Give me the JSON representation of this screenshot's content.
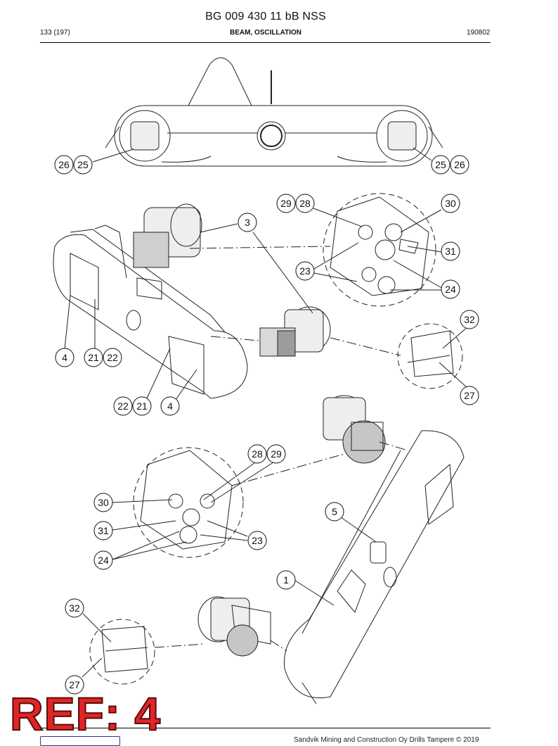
{
  "header": {
    "doc_code": "BG 009 430 11 bB NSS",
    "page": "133 (197)",
    "section_title": "BEAM, OSCILLATION",
    "date_code": "190802"
  },
  "stamp": {
    "text": "REF: 4"
  },
  "footer": {
    "copyright": "Sandvik Mining and Construction Oy Drills Tampere © 2019"
  },
  "callouts": {
    "top_left_a": "26",
    "top_left_b": "25",
    "top_right_a": "25",
    "top_right_b": "26",
    "d1_29": "29",
    "d1_28": "28",
    "d1_30": "30",
    "d1_31": "31",
    "d1_23": "23",
    "d1_24": "24",
    "d1_3": "3",
    "d1_32": "32",
    "d1_27": "27",
    "d1_4a": "4",
    "d1_21a": "21",
    "d1_22a": "22",
    "d1_22b": "22",
    "d1_21b": "21",
    "d1_4b": "4",
    "d2_28": "28",
    "d2_29": "29",
    "d2_30": "30",
    "d2_31": "31",
    "d2_23": "23",
    "d2_24": "24",
    "d2_5": "5",
    "d2_1": "1",
    "d2_32": "32",
    "d2_27": "27"
  }
}
